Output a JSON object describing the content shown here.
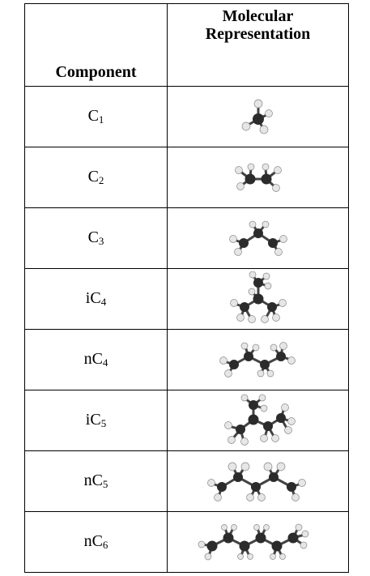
{
  "table": {
    "headers": {
      "component": "Component",
      "representation_line1": "Molecular",
      "representation_line2": "Representation"
    },
    "rows": [
      {
        "prefix": "",
        "base": "C",
        "sub": "1",
        "molecule_icon": "methane-ball-stick-icon"
      },
      {
        "prefix": "",
        "base": "C",
        "sub": "2",
        "molecule_icon": "ethane-ball-stick-icon"
      },
      {
        "prefix": "",
        "base": "C",
        "sub": "3",
        "molecule_icon": "propane-ball-stick-icon"
      },
      {
        "prefix": "i",
        "base": "C",
        "sub": "4",
        "molecule_icon": "isobutane-ball-stick-icon"
      },
      {
        "prefix": "n",
        "base": "C",
        "sub": "4",
        "molecule_icon": "n-butane-ball-stick-icon"
      },
      {
        "prefix": "i",
        "base": "C",
        "sub": "5",
        "molecule_icon": "isopentane-ball-stick-icon"
      },
      {
        "prefix": "n",
        "base": "C",
        "sub": "5",
        "molecule_icon": "n-pentane-ball-stick-icon"
      },
      {
        "prefix": "n",
        "base": "C",
        "sub": "6",
        "molecule_icon": "n-hexane-ball-stick-icon"
      }
    ]
  },
  "colors": {
    "carbon": "#2b2b2b",
    "hydrogen": "#e6e6e6",
    "border": "#000000"
  }
}
